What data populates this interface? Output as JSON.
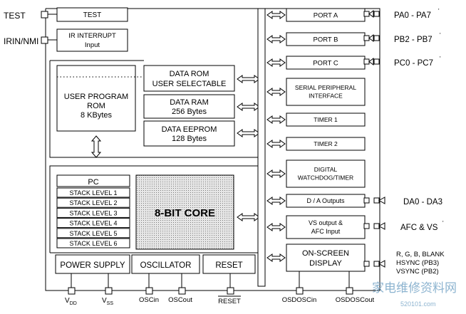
{
  "external_pins": {
    "test": "TEST",
    "irin_nmi": "IRIN/NMI",
    "pa": "PA0 - PA7",
    "pb": "PB2 - PB7",
    "pc": "PC0 - PC7",
    "da": "DA0 - DA3",
    "afc_vs": "AFC & VS",
    "osd_line1": "R, G, B, BLANK",
    "osd_line2": "HSYNC (PB3)",
    "osd_line3": "VSYNC (PB2)"
  },
  "blocks": {
    "test": "TEST",
    "ir_line1": "IR INTERRUPT",
    "ir_line2": "Input",
    "rom_line1": "USER PROGRAM",
    "rom_line2": "ROM",
    "rom_line3": "8 KBytes",
    "data_rom_line1": "DATA ROM",
    "data_rom_line2": "USER SELECTABLE",
    "data_ram_line1": "DATA RAM",
    "data_ram_line2": "256 Bytes",
    "eeprom_line1": "DATA EEPROM",
    "eeprom_line2": "128 Bytes",
    "pc": "PC",
    "stack": [
      "STACK LEVEL 1",
      "STACK LEVEL 2",
      "STACK LEVEL 3",
      "STACK LEVEL 4",
      "STACK LEVEL 5",
      "STACK LEVEL 6"
    ],
    "core": "8-BIT CORE",
    "power_supply": "POWER SUPPLY",
    "oscillator": "OSCILLATOR",
    "reset": "RESET"
  },
  "peripherals": {
    "port_a": "PORT A",
    "port_b": "PORT B",
    "port_c": "PORT C",
    "spi_line1": "SERIAL PERIPHERAL",
    "spi_line2": "INTERFACE",
    "timer1": "TIMER 1",
    "timer2": "TIMER 2",
    "wdt_line1": "DIGITAL",
    "wdt_line2": "WATCHDOG/TIMER",
    "da": "D / A Outputs",
    "vs_line1": "VS output  &",
    "vs_line2": "AFC Input",
    "osd_line1": "ON-SCREEN",
    "osd_line2": "DISPLAY"
  },
  "bottom_pins": {
    "vdd_main": "V",
    "vdd_sub": "DD",
    "vss_main": "V",
    "vss_sub": "SS",
    "oscin": "OSCin",
    "oscout": "OSCout",
    "reset": "RESET",
    "osdoscin": "OSDOSCin",
    "osdoscout": "OSDOSCout"
  },
  "watermark": {
    "cn": "家电维修资料网",
    "url": "520101.com"
  },
  "colors": {
    "line": "#000000",
    "core_fill": "#d4d4d4",
    "watermark": "#7aa7c8"
  }
}
